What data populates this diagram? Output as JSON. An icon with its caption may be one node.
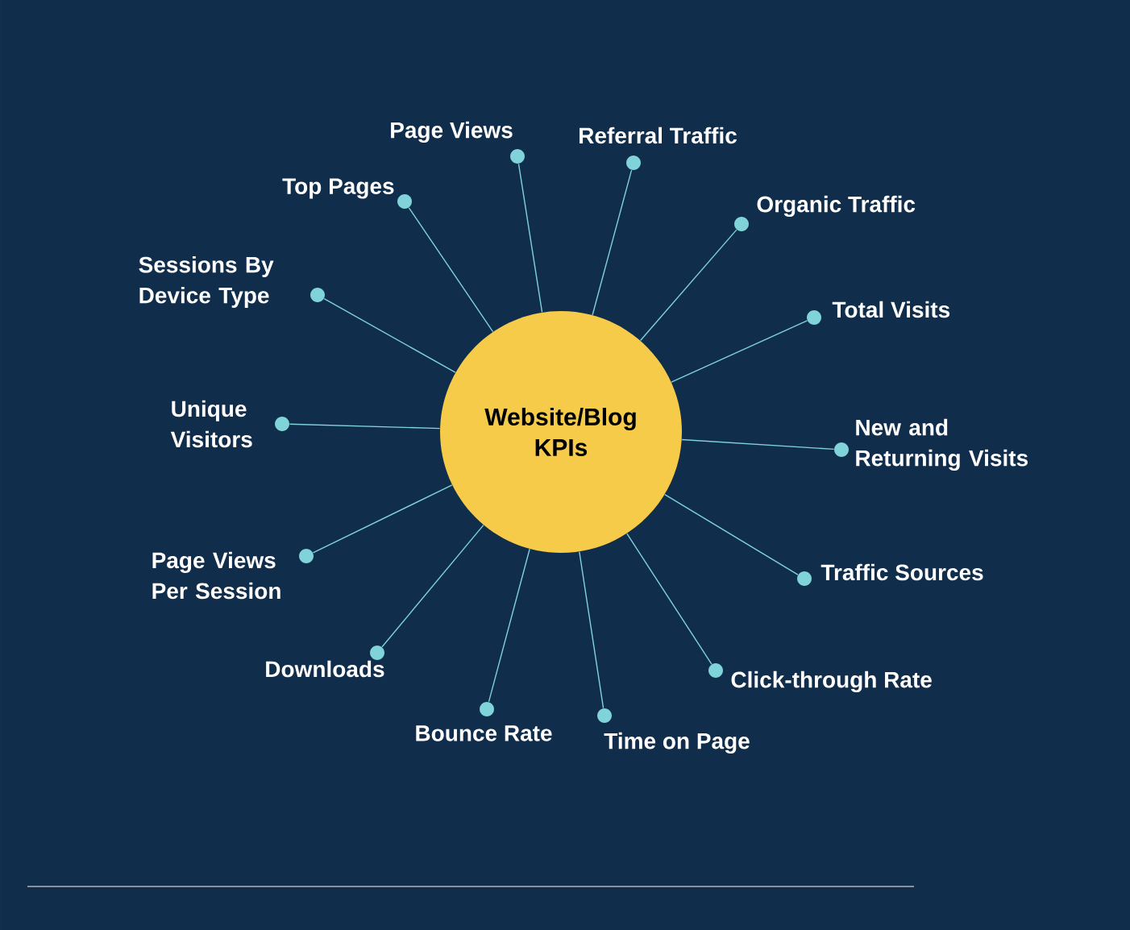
{
  "diagram": {
    "nodes": [
      {
        "text": [
          "Website/Blog KPIs"
        ]
      },
      {
        "text": [
          "Page Views"
        ]
      },
      {
        "text": [
          "Referral Traffic"
        ]
      },
      {
        "text": [
          "Organic Traffic"
        ]
      },
      {
        "text": [
          "Total Visits"
        ]
      },
      {
        "text": [
          "New and Returning Visits"
        ]
      },
      {
        "text": [
          "Traffic Sources"
        ]
      },
      {
        "text": [
          "Click-through Rate"
        ]
      },
      {
        "text": [
          "Time on Page"
        ]
      },
      {
        "text": [
          "Bounce Rate"
        ]
      },
      {
        "text": [
          "Downloads"
        ]
      },
      {
        "text": [
          "Page Views Per Session"
        ]
      },
      {
        "text": [
          "Unique Visitors"
        ]
      },
      {
        "text": [
          "Sessions By Device Type"
        ]
      },
      {
        "text": [
          "Top Pages"
        ]
      }
    ],
    "edges": [
      {
        "from": 0,
        "to": 1,
        "arrow": "none"
      },
      {
        "from": 0,
        "to": 2,
        "arrow": "none"
      },
      {
        "from": 0,
        "to": 3,
        "arrow": "none"
      },
      {
        "from": 0,
        "to": 4,
        "arrow": "none"
      },
      {
        "from": 0,
        "to": 5,
        "arrow": "none"
      },
      {
        "from": 0,
        "to": 6,
        "arrow": "none"
      },
      {
        "from": 0,
        "to": 7,
        "arrow": "none"
      },
      {
        "from": 0,
        "to": 8,
        "arrow": "none"
      },
      {
        "from": 0,
        "to": 9,
        "arrow": "none"
      },
      {
        "from": 0,
        "to": 10,
        "arrow": "none"
      },
      {
        "from": 0,
        "to": 11,
        "arrow": "none"
      },
      {
        "from": 0,
        "to": 12,
        "arrow": "none"
      },
      {
        "from": 0,
        "to": 13,
        "arrow": "none"
      },
      {
        "from": 0,
        "to": 14,
        "arrow": "none"
      }
    ]
  }
}
